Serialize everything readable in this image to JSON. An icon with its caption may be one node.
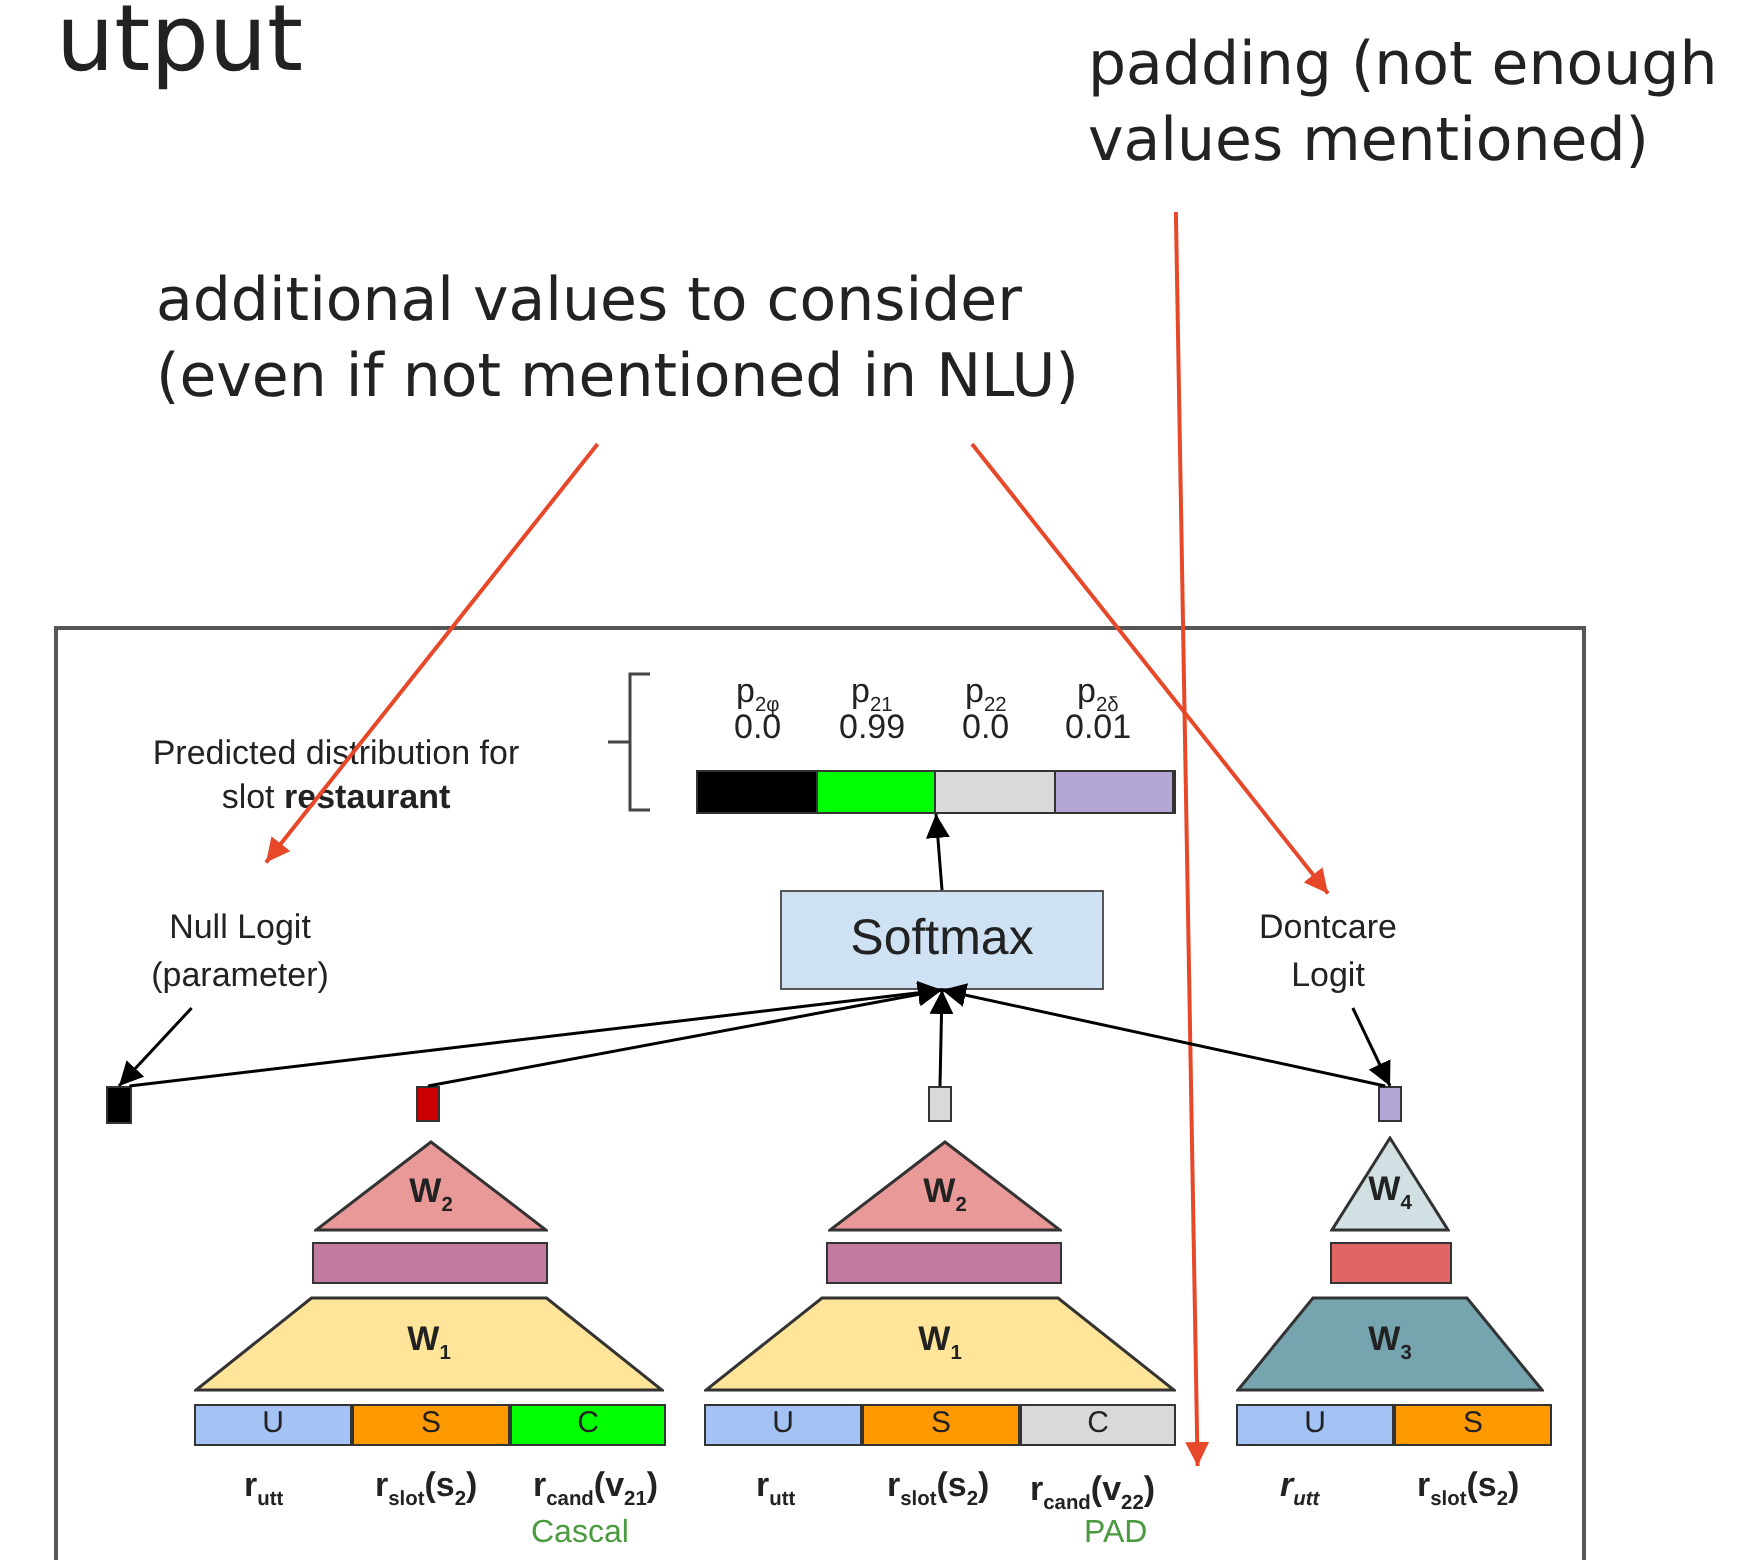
{
  "diagram": {
    "nodes": [
      {
        "text": [],
        "shape": "box"
      },
      {
        "text": [
          "padding (not enough values mentioned)"
        ]
      },
      {
        "text": [
          "additional values to consider (even if not mentioned in NLU)"
        ]
      },
      {
        "text": [],
        "shape": "bar",
        "in": 0
      },
      {
        "text": [
          "Softmax"
        ],
        "in": 0
      },
      {
        "text": [
          "Null Logit (parameter)"
        ],
        "in": 0
      },
      {
        "text": [
          "Dontcare Logit"
        ],
        "in": 0
      },
      {
        "text": [],
        "shape": "box",
        "in": 0
      },
      {
        "text": [],
        "shape": "box",
        "in": 0
      },
      {
        "text": [],
        "shape": "box",
        "in": 0
      },
      {
        "text": [],
        "shape": "box",
        "in": 0
      },
      {
        "text": [
          "W$_{2}$"
        ],
        "in": 0
      },
      {
        "text": [],
        "shape": "box",
        "in": 0
      },
      {
        "text": [
          "W$_{1}$"
        ],
        "in": 0
      },
      {
        "text": [
          "U"
        ],
        "in": 0
      },
      {
        "text": [
          "S"
        ],
        "in": 0
      },
      {
        "text": [
          "C"
        ],
        "in": 0
      },
      {
        "text": [
          "W$_{2}$"
        ],
        "in": 0
      },
      {
        "text": [],
        "shape": "box",
        "in": 0
      },
      {
        "text": [
          "W$_{1}$"
        ],
        "in": 0
      },
      {
        "text": [
          "U"
        ],
        "in": 0
      },
      {
        "text": [
          "S"
        ],
        "in": 0
      },
      {
        "text": [
          "C"
        ],
        "in": 0
      },
      {
        "text": [
          "W$_{4}$"
        ],
        "in": 0
      },
      {
        "text": [],
        "shape": "box",
        "in": 0
      },
      {
        "text": [
          "W$_{3}$"
        ],
        "in": 0
      },
      {
        "text": [
          "U"
        ],
        "in": 0
      },
      {
        "text": [
          "S"
        ],
        "in": 0
      },
      {
        "text": [
          "r$_{cand}$(v$_{22}$)"
        ],
        "in": 0
      }
    ],
    "edges": [
      {
        "from": 2,
        "to": 5,
        "arrow": "to",
        "color": "#e8482a"
      },
      {
        "from": 2,
        "to": 6,
        "arrow": "to",
        "color": "#e8482a"
      },
      {
        "from": 1,
        "to": 28,
        "arrow": "to",
        "color": "#e8482a"
      },
      {
        "from": 5,
        "to": 7,
        "arrow": "to"
      },
      {
        "from": 6,
        "to": 10,
        "arrow": "to"
      },
      {
        "from": 7,
        "to": 4,
        "arrow": "to"
      },
      {
        "from": 8,
        "to": 4,
        "arrow": "to"
      },
      {
        "from": 9,
        "to": 4,
        "arrow": "to"
      },
      {
        "from": 10,
        "to": 4,
        "arrow": "to"
      },
      {
        "from": 4,
        "to": 3,
        "arrow": "to"
      }
    ],
    "labels": [
      "utput",
      "Predicted distribution for slot **restaurant**",
      "p$_{2φ}$",
      "p$_{21}$",
      "p$_{22}$",
      "p$_{2δ}$",
      "0.0",
      "0.99",
      "0.0",
      "0.01",
      "r$_{utt}$",
      "r$_{slot}$(s$_{2}$)",
      "r$_{cand}$(v$_{21}$)",
      "r$_{utt}$",
      "r$_{slot}$(s$_{2}$)",
      "r$_{utt}$",
      "r$_{slot}$(s$_{2}$)",
      "Cascal",
      "PAD"
    ]
  }
}
